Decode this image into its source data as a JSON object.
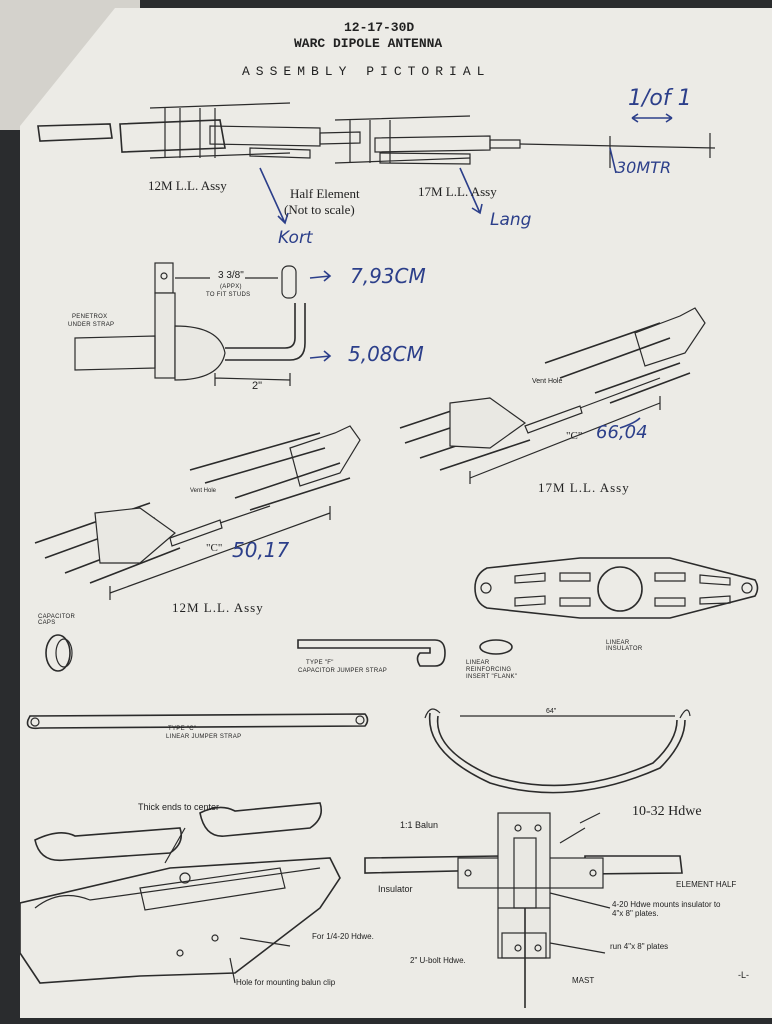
{
  "header": {
    "doc_number": "12-17-30D",
    "title": "WARC DIPOLE ANTENNA",
    "subtitle": "ASSEMBLY PICTORIAL"
  },
  "top_section": {
    "label_12m": "12M L.L. Assy",
    "label_half_element": "Half Element",
    "label_not_to_scale": "(Not to scale)",
    "label_17m": "17M L.L. Assy",
    "hand_fraction": "1/of 1",
    "hand_30mtr": "30MTR",
    "hand_kort": "Kort",
    "hand_lang": "Lang"
  },
  "capacitor_detail": {
    "dim_top": "3 3/8\"",
    "dim_top_sub": "(APPX)",
    "dim_top_note": "TO FIT STUDS",
    "penetrox": "PENETROX",
    "under_strap": "UNDER STRAP",
    "dim_bottom": "2\"",
    "hand_top": "7,93CM",
    "hand_bottom": "5,08CM"
  },
  "ll_assy_17m": {
    "vent_hole": "Vent Hole",
    "c_label": "\"C\"",
    "caption": "17M L.L. Assy",
    "hand_value": "66,04"
  },
  "ll_assy_12m": {
    "vent_hole": "Vent Hole",
    "c_label": "\"C\"",
    "caption": "12M L.L. Assy",
    "hand_value": "50,17"
  },
  "parts": {
    "capacitor_caps": "CAPACITOR CAPS",
    "type_f_strap": "TYPE \"F\"",
    "type_f_strap_desc": "CAPACITOR JUMPER STRAP",
    "linear_reinforcing": "LINEAR REINFORCING INSERT \"FLANK\"",
    "linear_insulator": "LINEAR INSULATOR",
    "type_c_strap": "TYPE \"C\"",
    "type_c_strap_desc": "LINEAR JUMPER STRAP",
    "dim_64": "64\""
  },
  "hardware": {
    "title": "10-32 Hdwe",
    "balun": "1:1 Balun",
    "element_half": "ELEMENT HALF",
    "insulator": "Insulator",
    "mounts_note": "4-20 Hdwe mounts insulator to 4\"x 8\" plates.",
    "plates_note": "run 4\"x 8\" plates",
    "ubolt": "2\" U-bolt Hdwe.",
    "mast": "MAST"
  },
  "insulator_block": {
    "thick_ends": "Thick ends to center",
    "for_hdwe": "For 1/4-20 Hdwe.",
    "hole_note": "Hole for mounting balun clip"
  },
  "page_number": "-L-"
}
